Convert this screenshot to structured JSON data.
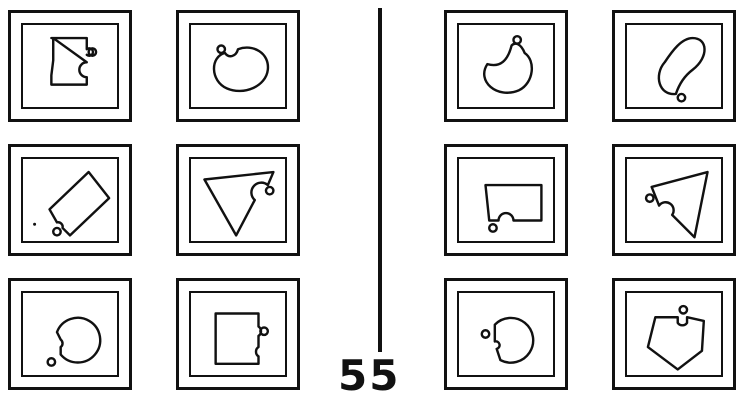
{
  "page_number": "55",
  "panels": [
    {
      "id": "L1",
      "icon": "rect-puzzle-tab-icon"
    },
    {
      "id": "L2",
      "icon": "kidney-loop-icon"
    },
    {
      "id": "L3",
      "icon": "tilted-rect-puzzle-icon"
    },
    {
      "id": "L4",
      "icon": "triangle-puzzle-icon"
    },
    {
      "id": "L5",
      "icon": "circle-notch-icon"
    },
    {
      "id": "L6",
      "icon": "square-puzzle-icon"
    },
    {
      "id": "R1",
      "icon": "bean-loop-icon"
    },
    {
      "id": "R2",
      "icon": "tilted-oval-loop-icon"
    },
    {
      "id": "R3",
      "icon": "rect-notch-bottom-icon"
    },
    {
      "id": "R4",
      "icon": "triangle-puzzle-right-icon"
    },
    {
      "id": "R5",
      "icon": "circle-notch-left-icon"
    },
    {
      "id": "R6",
      "icon": "pentagon-tab-icon"
    }
  ]
}
